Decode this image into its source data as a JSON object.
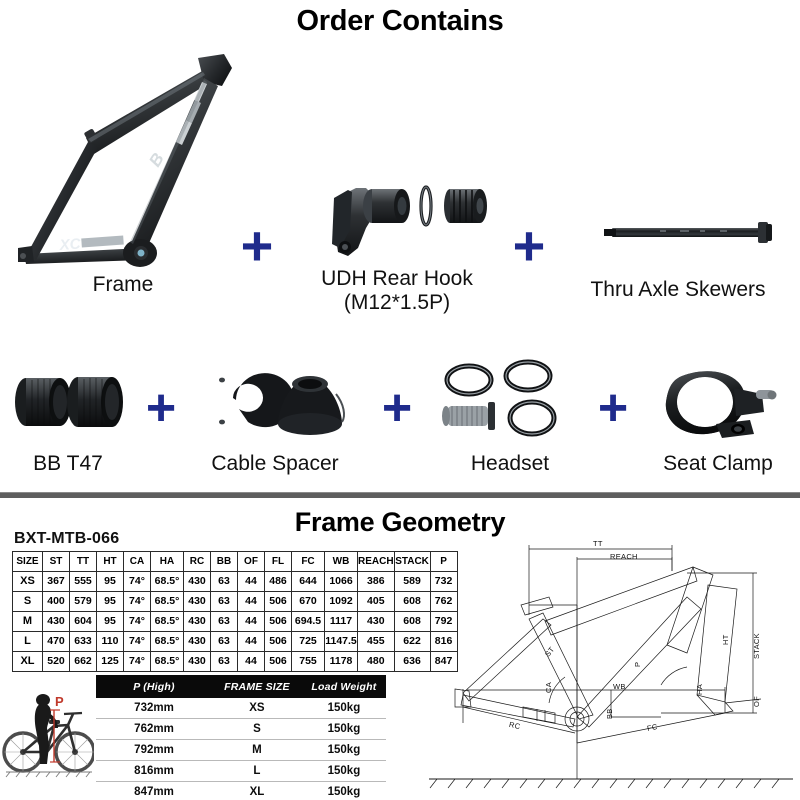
{
  "sections": {
    "order": {
      "title": "Order Contains",
      "plus_color": "#1f2b8c",
      "items_row1": [
        {
          "caption": "Frame",
          "caption2": "",
          "icon": "bike-frame-icon"
        },
        {
          "caption": "UDH Rear Hook",
          "caption2": "(M12*1.5P)",
          "icon": "rear-derailleur-hanger-icon"
        },
        {
          "caption": "Thru Axle Skewers",
          "caption2": "",
          "icon": "thru-axle-icon"
        }
      ],
      "items_row2": [
        {
          "caption": "BB T47",
          "caption2": "",
          "icon": "bottom-bracket-icon"
        },
        {
          "caption": "Cable Spacer",
          "caption2": "",
          "icon": "cable-spacer-icon"
        },
        {
          "caption": "Headset",
          "caption2": "",
          "icon": "headset-bearings-icon"
        },
        {
          "caption": "Seat Clamp",
          "caption2": "",
          "icon": "seat-clamp-icon"
        }
      ],
      "plus_symbol": "+"
    },
    "geometry": {
      "title": "Frame Geometry",
      "model_code": "BXT-MTB-066",
      "table": {
        "headers": [
          "SIZE",
          "ST",
          "TT",
          "HT",
          "CA",
          "HA",
          "RC",
          "BB",
          "OF",
          "FL",
          "FC",
          "WB",
          "REACH",
          "STACK",
          "P"
        ],
        "rows": [
          [
            "XS",
            "367",
            "555",
            "95",
            "74°",
            "68.5°",
            "430",
            "63",
            "44",
            "486",
            "644",
            "1066",
            "386",
            "589",
            "732"
          ],
          [
            "S",
            "400",
            "579",
            "95",
            "74°",
            "68.5°",
            "430",
            "63",
            "44",
            "506",
            "670",
            "1092",
            "405",
            "608",
            "762"
          ],
          [
            "M",
            "430",
            "604",
            "95",
            "74°",
            "68.5°",
            "430",
            "63",
            "44",
            "506",
            "694.5",
            "1117",
            "430",
            "608",
            "792"
          ],
          [
            "L",
            "470",
            "633",
            "110",
            "74°",
            "68.5°",
            "430",
            "63",
            "44",
            "506",
            "725",
            "1147.5",
            "455",
            "622",
            "816"
          ],
          [
            "XL",
            "520",
            "662",
            "125",
            "74°",
            "68.5°",
            "430",
            "63",
            "44",
            "506",
            "755",
            "1178",
            "480",
            "636",
            "847"
          ]
        ]
      },
      "load_table": {
        "headers": [
          "P (High)",
          "FRAME SIZE",
          "Load Weight"
        ],
        "rows": [
          [
            "732mm",
            "XS",
            "150kg"
          ],
          [
            "762mm",
            "S",
            "150kg"
          ],
          [
            "792mm",
            "M",
            "150kg"
          ],
          [
            "816mm",
            "L",
            "150kg"
          ],
          [
            "847mm",
            "XL",
            "150kg"
          ]
        ]
      },
      "diagram_labels": {
        "tt": "TT",
        "reach": "REACH",
        "stack": "STACK",
        "st": "ST",
        "ca": "CA",
        "ha": "HA",
        "wb": "WB",
        "bb": "BB",
        "rc": "RC",
        "fc": "FC",
        "p": "P",
        "ht": "HT",
        "of": "OF"
      },
      "cyclist_label": "P",
      "cyclist_label_color": "#c0392b"
    }
  }
}
